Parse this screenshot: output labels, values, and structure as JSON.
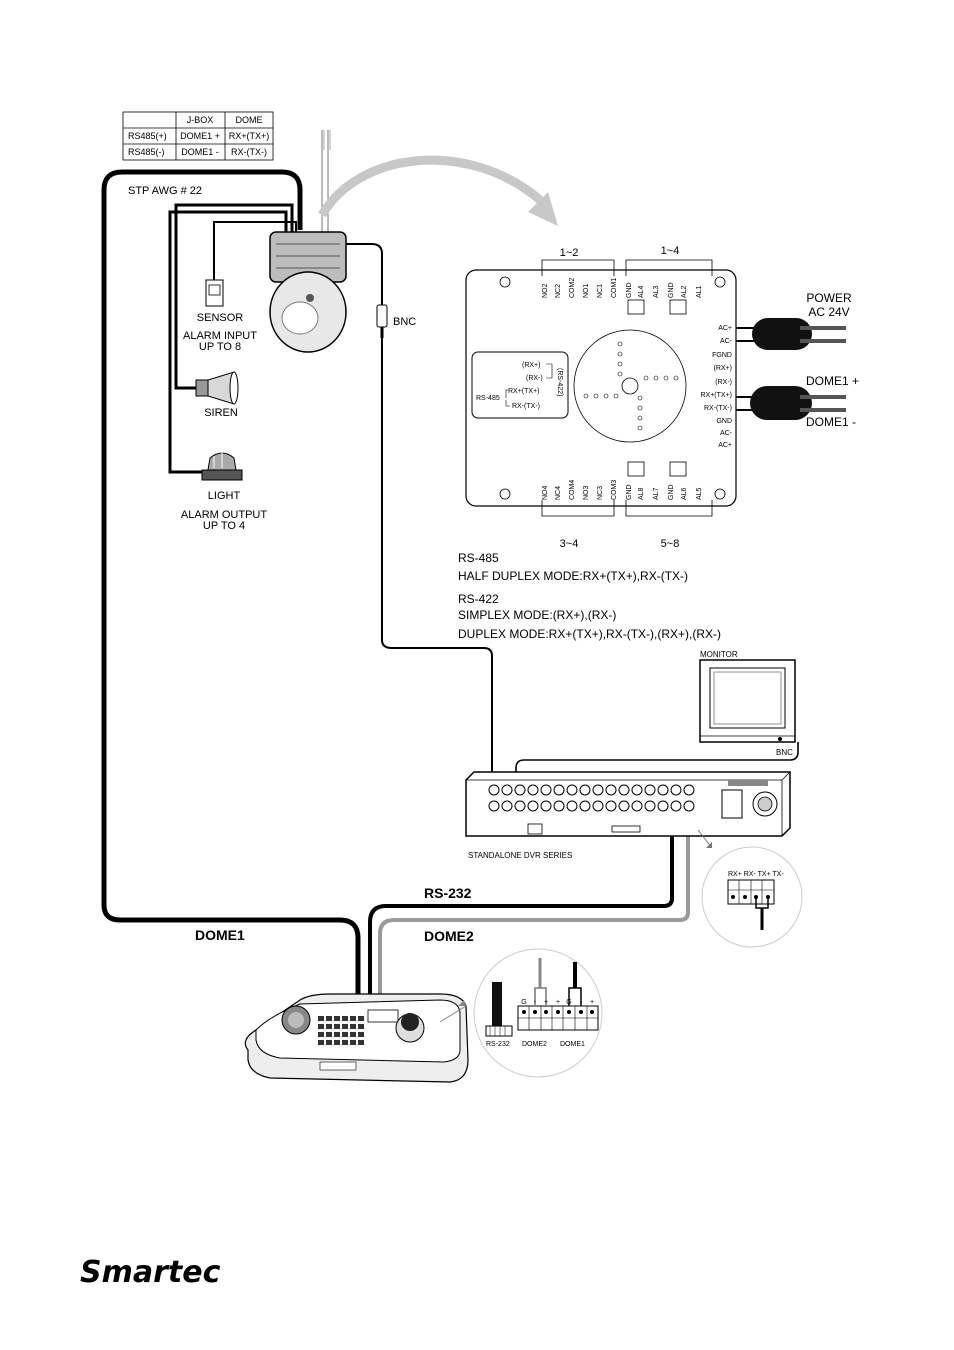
{
  "table": {
    "headers": [
      "",
      "J-BOX",
      "DOME"
    ],
    "rows": [
      [
        "RS485(+)",
        "DOME1 +",
        "RX+(TX+)"
      ],
      [
        "RS485(-)",
        "DOME1 -",
        "RX-(TX-)"
      ]
    ]
  },
  "labels": {
    "cable": "STP AWG # 22",
    "sensor": "SENSOR",
    "alarm_input_1": "ALARM INPUT",
    "alarm_input_2": "UP TO 8",
    "siren": "SIREN",
    "light": "LIGHT",
    "alarm_output_1": "ALARM OUTPUT",
    "alarm_output_2": "UP TO 4",
    "bnc": "BNC",
    "monitor": "MONITOR",
    "monitor_bnc": "BNC",
    "dvr": "STANDALONE DVR SERIES",
    "rs232": "RS-232",
    "dome1": "DOME1",
    "dome2": "DOME2"
  },
  "jbox": {
    "group_top_left": "1~2",
    "group_top_right": "1~4",
    "group_bottom_left": "3~4",
    "group_bottom_right": "5~8",
    "top_terminals": [
      "NO2",
      "NC2",
      "COM2",
      "NO1",
      "NC1",
      "COM1",
      "GND",
      "AL4",
      "AL3",
      "GND",
      "AL2",
      "AL1"
    ],
    "bottom_terminals": [
      "NO4",
      "NC4",
      "COM4",
      "NO3",
      "NC3",
      "COM3",
      "GND",
      "AL8",
      "AL7",
      "GND",
      "AL6",
      "AL5"
    ],
    "right_terminals": [
      "AC+",
      "AC-",
      "FGND",
      "(RX+)",
      "(RX-)",
      "RX+(TX+)",
      "RX-(TX-)",
      "GND",
      "AC-",
      "AC+"
    ],
    "inset_rx_plus": "(RX+)",
    "inset_rx_minus": "(RX-)",
    "inset_rs422": "(RS-422)",
    "inset_rs485": "RS-485",
    "inset_rxtx_plus": "RX+(TX+)",
    "inset_rxtx_minus": "RX-(TX-)",
    "power_1": "POWER",
    "power_2": "AC 24V",
    "dome1_plus": "DOME1 +",
    "dome1_minus": "DOME1 -"
  },
  "notes": {
    "rs485_title": "RS-485",
    "rs485_mode": "HALF DUPLEX MODE:RX+(TX+),RX-(TX-)",
    "rs422_title": "RS-422",
    "rs422_simplex": "SIMPLEX MODE:(RX+),(RX-)",
    "rs422_duplex": "DUPLEX MODE:RX+(TX+),RX-(TX-),(RX+),(RX-)"
  },
  "dvr_detail": {
    "pins": "RX+ RX- TX+ TX-"
  },
  "keyboard_detail": {
    "rs232": "RS-232",
    "dome2": "DOME2",
    "dome1": "DOME1",
    "signs": [
      "G",
      "-",
      "+",
      "+",
      "G",
      "-",
      "+"
    ]
  },
  "brand": {
    "logo": "Smartec"
  }
}
